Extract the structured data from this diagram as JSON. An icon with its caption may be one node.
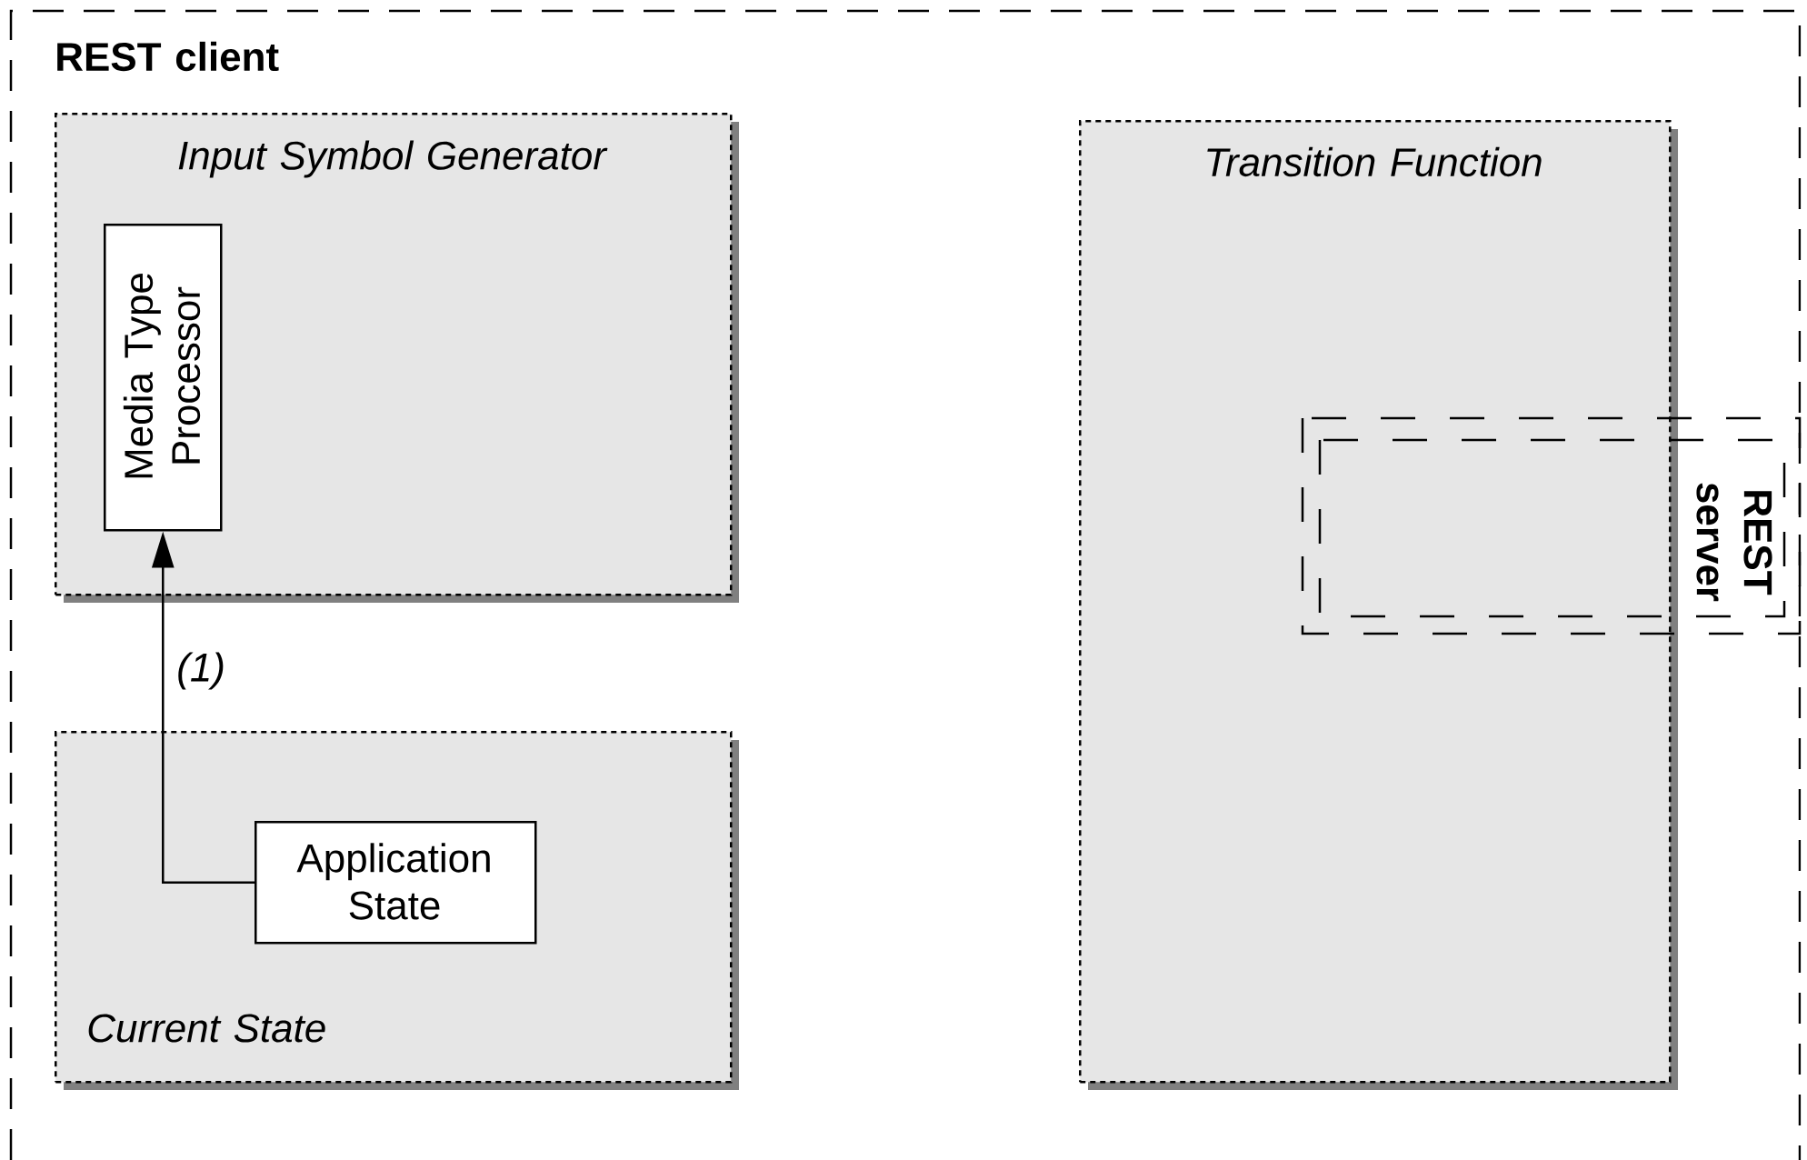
{
  "diagram": {
    "nodes": [
      {
        "text": [
          "REST client"
        ]
      },
      {
        "text": [
          "Input Symbol Generator"
        ],
        "in": 0
      },
      {
        "text": [
          "Media Type Processor"
        ],
        "in": 1
      },
      {
        "text": [
          "Current State"
        ],
        "in": 0
      },
      {
        "text": [
          "Application State"
        ],
        "in": 3
      },
      {
        "text": [
          "Transition Function"
        ],
        "in": 0
      },
      {
        "text": [
          "REST server"
        ],
        "in": 0
      }
    ],
    "edges": [
      {
        "from": 4,
        "to": 2,
        "arrow": "to",
        "label": "(1)"
      }
    ]
  }
}
